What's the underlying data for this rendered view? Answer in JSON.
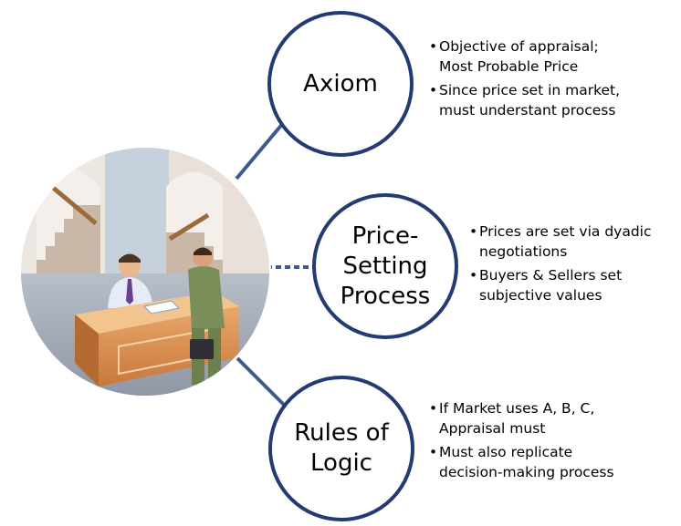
{
  "colors": {
    "circle_border": "#243a73",
    "connector": "#3c5a8e"
  },
  "illustration": {
    "icon": "business-meeting-clipart"
  },
  "nodes": [
    {
      "label": "Axiom",
      "bullets": [
        "Objective of appraisal;\nMost Probable Price",
        "Since price set in market,\nmust understant process"
      ]
    },
    {
      "label": "Price-\nSetting\nProcess",
      "bullets": [
        "Prices are set via dyadic\nnegotiations",
        "Buyers & Sellers set\nsubjective values"
      ]
    },
    {
      "label": "Rules of\nLogic",
      "bullets": [
        "If Market uses A, B, C,\nAppraisal must",
        "Must also replicate\ndecision-making process"
      ]
    }
  ]
}
